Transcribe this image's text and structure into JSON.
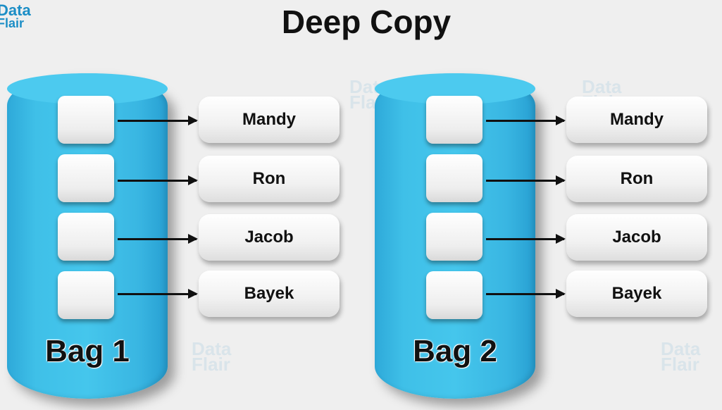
{
  "logo": {
    "line1": "Data",
    "line2": "Flair"
  },
  "title": "Deep Copy",
  "bags": [
    {
      "label": "Bag 1",
      "names": [
        "Mandy",
        "Ron",
        "Jacob",
        "Bayek"
      ]
    },
    {
      "label": "Bag 2",
      "names": [
        "Mandy",
        "Ron",
        "Jacob",
        "Bayek"
      ]
    }
  ],
  "colors": {
    "bag": "#3fc0e8",
    "background": "#efefef",
    "text": "#111111"
  }
}
